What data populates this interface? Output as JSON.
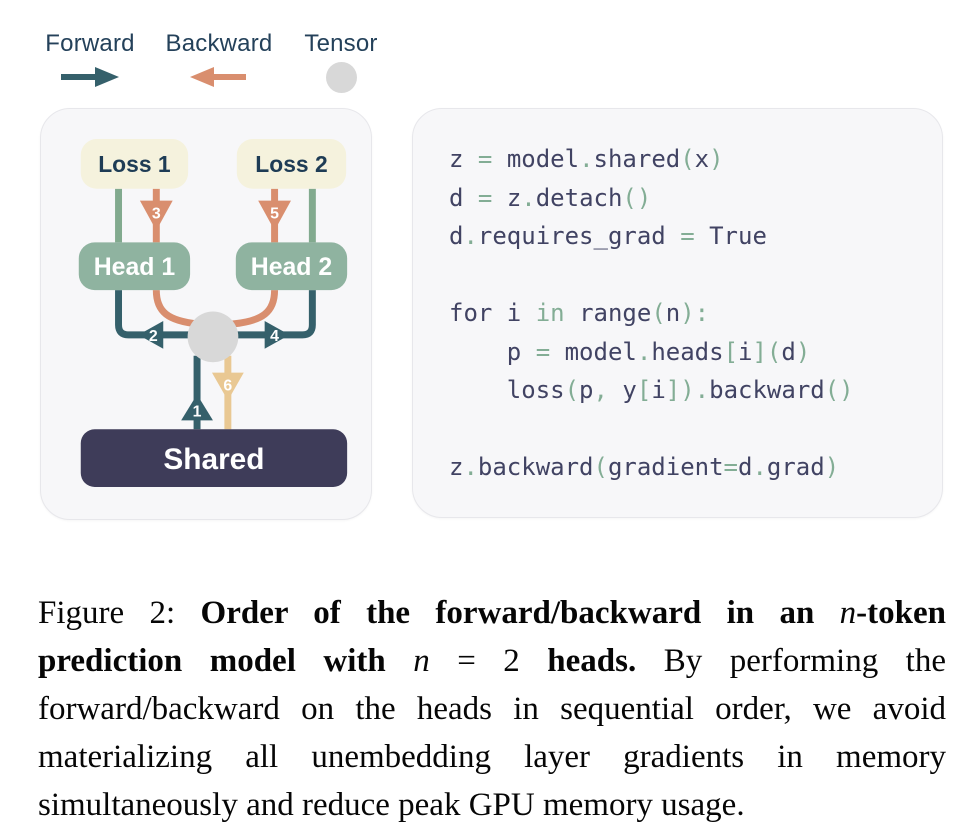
{
  "figure": {
    "legend": {
      "forward_label": "Forward",
      "backward_label": "Backward",
      "tensor_label": "Tensor"
    },
    "diagram": {
      "loss1": "Loss 1",
      "loss2": "Loss 2",
      "head1": "Head 1",
      "head2": "Head 2",
      "shared": "Shared",
      "steps": {
        "s1": "1",
        "s2": "2",
        "s3": "3",
        "s4": "4",
        "s5": "5",
        "s6": "6"
      }
    }
  },
  "code": {
    "lines": [
      [
        {
          "t": "z ",
          "k": "v"
        },
        {
          "t": "= ",
          "k": "p"
        },
        {
          "t": "model",
          "k": "v"
        },
        {
          "t": ".",
          "k": "p"
        },
        {
          "t": "shared",
          "k": "v"
        },
        {
          "t": "(",
          "k": "p"
        },
        {
          "t": "x",
          "k": "v"
        },
        {
          "t": ")",
          "k": "p"
        }
      ],
      [
        {
          "t": "d ",
          "k": "v"
        },
        {
          "t": "= ",
          "k": "p"
        },
        {
          "t": "z",
          "k": "v"
        },
        {
          "t": ".",
          "k": "p"
        },
        {
          "t": "detach",
          "k": "v"
        },
        {
          "t": "()",
          "k": "p"
        }
      ],
      [
        {
          "t": "d",
          "k": "v"
        },
        {
          "t": ".",
          "k": "p"
        },
        {
          "t": "requires_grad ",
          "k": "v"
        },
        {
          "t": "= ",
          "k": "p"
        },
        {
          "t": "True",
          "k": "v"
        }
      ],
      [],
      [
        {
          "t": "for i ",
          "k": "v"
        },
        {
          "t": "in ",
          "k": "p"
        },
        {
          "t": "range",
          "k": "v"
        },
        {
          "t": "(",
          "k": "p"
        },
        {
          "t": "n",
          "k": "v"
        },
        {
          "t": "):",
          "k": "p"
        }
      ],
      [
        {
          "t": "    p ",
          "k": "v"
        },
        {
          "t": "= ",
          "k": "p"
        },
        {
          "t": "model",
          "k": "v"
        },
        {
          "t": ".",
          "k": "p"
        },
        {
          "t": "heads",
          "k": "v"
        },
        {
          "t": "[",
          "k": "p"
        },
        {
          "t": "i",
          "k": "v"
        },
        {
          "t": "](",
          "k": "p"
        },
        {
          "t": "d",
          "k": "v"
        },
        {
          "t": ")",
          "k": "p"
        }
      ],
      [
        {
          "t": "    loss",
          "k": "v"
        },
        {
          "t": "(",
          "k": "p"
        },
        {
          "t": "p",
          "k": "v"
        },
        {
          "t": ", ",
          "k": "p"
        },
        {
          "t": "y",
          "k": "v"
        },
        {
          "t": "[",
          "k": "p"
        },
        {
          "t": "i",
          "k": "v"
        },
        {
          "t": "]).",
          "k": "p"
        },
        {
          "t": "backward",
          "k": "v"
        },
        {
          "t": "()",
          "k": "p"
        }
      ],
      [],
      [
        {
          "t": "z",
          "k": "v"
        },
        {
          "t": ".",
          "k": "p"
        },
        {
          "t": "backward",
          "k": "v"
        },
        {
          "t": "(",
          "k": "p"
        },
        {
          "t": "gradient",
          "k": "v"
        },
        {
          "t": "=",
          "k": "p"
        },
        {
          "t": "d",
          "k": "v"
        },
        {
          "t": ".",
          "k": "p"
        },
        {
          "t": "grad",
          "k": "v"
        },
        {
          "t": ")",
          "k": "p"
        }
      ]
    ]
  },
  "caption": {
    "segments": [
      {
        "text": "Figure 2: ",
        "bold": false,
        "italic": false
      },
      {
        "text": "Order of the forward/backward in an ",
        "bold": true,
        "italic": false
      },
      {
        "text": "n",
        "bold": false,
        "italic": true
      },
      {
        "text": "-token prediction model with ",
        "bold": true,
        "italic": false
      },
      {
        "text": "n",
        "bold": false,
        "italic": true
      },
      {
        "text": " = 2 ",
        "bold": false,
        "italic": false
      },
      {
        "text": "heads.",
        "bold": true,
        "italic": false
      },
      {
        "text": " By performing the forward/backward on the heads in sequential order, we avoid materializing all unembedding layer gradients in memory simultaneously and reduce peak GPU memory usage.",
        "bold": false,
        "italic": false
      }
    ]
  },
  "colors": {
    "forward_teal": "#35606b",
    "backward_salmon": "#d98e6e",
    "shared_gradient_tan": "#e9c893",
    "head_sage": "#8fb3a0",
    "head_edge_sage": "#82aa8f",
    "loss_cream": "#f5f2dd",
    "shared_navy": "#3e3c59",
    "tensor_gray": "#d8d8d8",
    "code_identifier": "#414363",
    "code_punctuation": "#83ad95",
    "label_navy": "#1e3c55",
    "card_background": "#f7f7f9"
  }
}
